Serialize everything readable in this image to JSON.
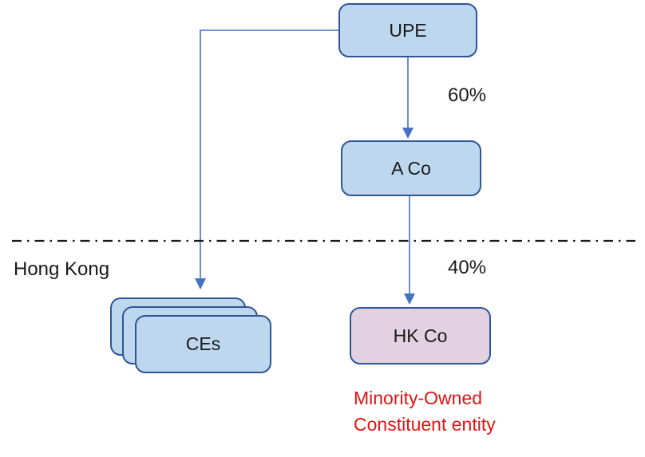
{
  "nodes": {
    "upe": {
      "label": "UPE"
    },
    "a_co": {
      "label": "A Co"
    },
    "ces": {
      "label": "CEs"
    },
    "hk_co": {
      "label": "HK Co"
    }
  },
  "edges": {
    "upe_to_a_co": {
      "ownership": "60%"
    },
    "a_co_to_hk_co": {
      "ownership": "40%"
    },
    "upe_to_ces": {
      "ownership": ""
    }
  },
  "region": {
    "label": "Hong Kong"
  },
  "annotation": {
    "line1": "Minority-Owned",
    "line2": "Constituent entity"
  },
  "colors": {
    "entity_fill": "#bdd7ee",
    "entity_border": "#2f5597",
    "hk_co_fill": "#e2d1e0",
    "connector": "#4472c4",
    "divider": "#1a1a1a",
    "annotation_red": "#e11414"
  }
}
